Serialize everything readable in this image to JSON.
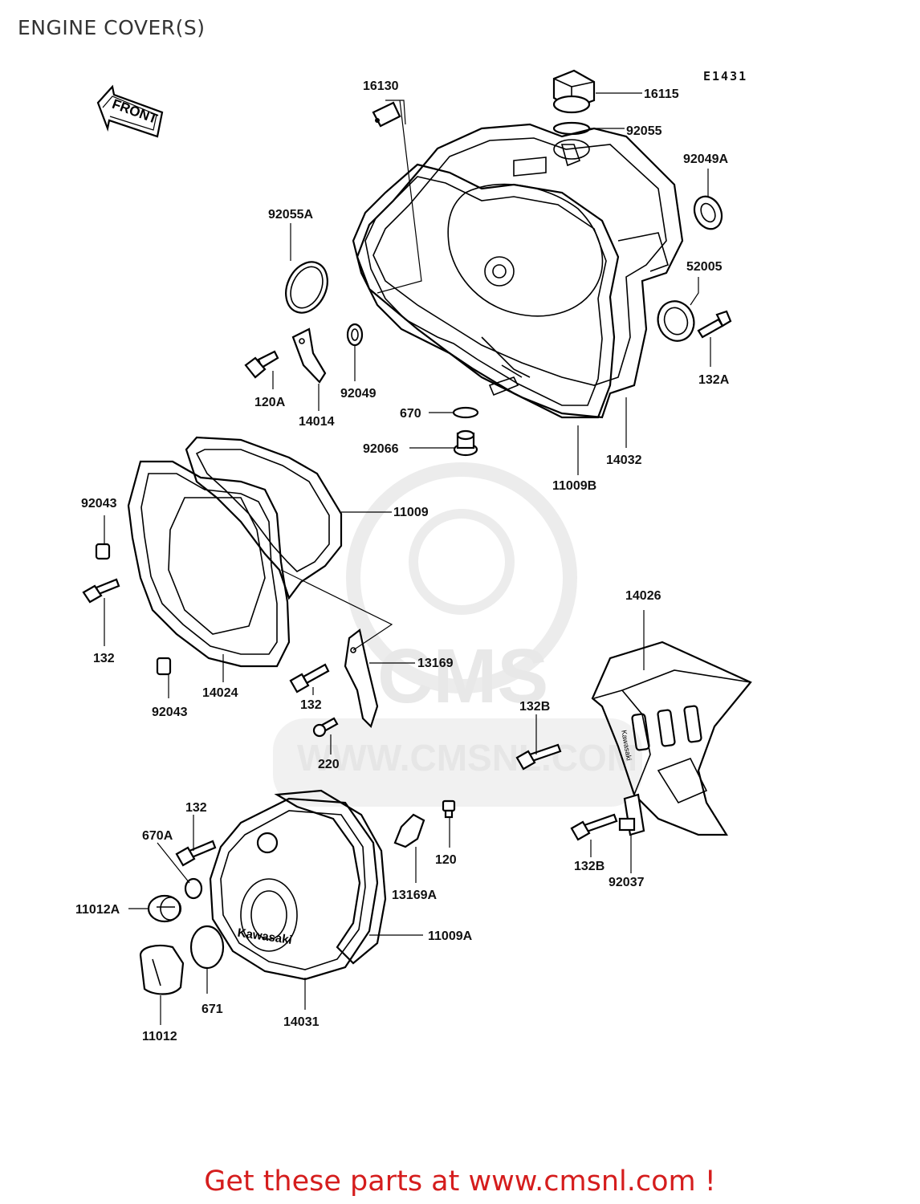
{
  "title": "ENGINE COVER(S)",
  "figure_code": "E1431",
  "front_arrow_label": "FRONT",
  "watermark": {
    "brand": "CMS",
    "url": "WWW.CMSNL.COM"
  },
  "cover_logo": "Kawasaki",
  "footer": "Get these parts at www.cmsnl.com !",
  "parts": [
    "16130",
    "16115",
    "92055",
    "92049A",
    "92055A",
    "52005",
    "120A",
    "14014",
    "92049",
    "670",
    "92066",
    "132A",
    "14032",
    "11009B",
    "92043",
    "11009",
    "132",
    "14024",
    "92043",
    "13169",
    "132",
    "220",
    "14026",
    "132B",
    "132",
    "670A",
    "120",
    "13169A",
    "11012A",
    "11009A",
    "671",
    "14031",
    "11012",
    "132B",
    "92037"
  ]
}
